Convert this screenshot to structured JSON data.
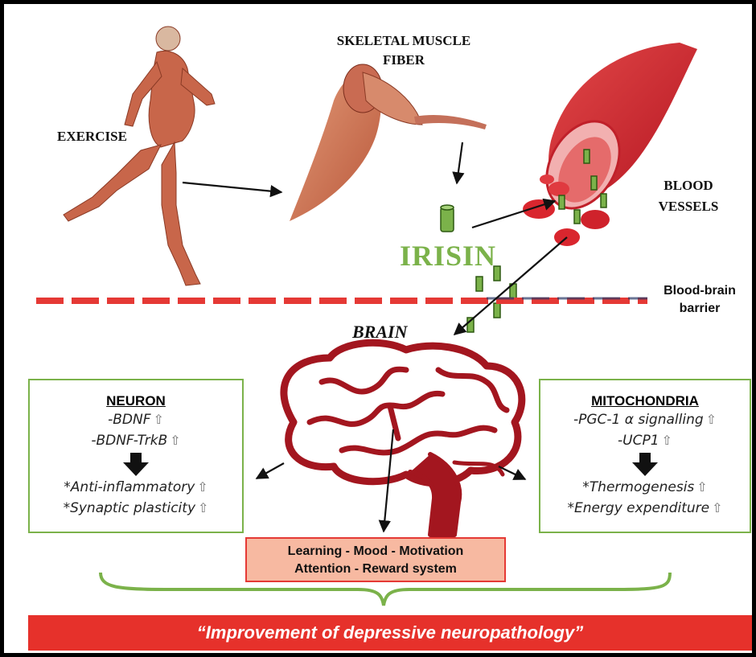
{
  "labels": {
    "exercise": "EXERCISE",
    "muscle_line1": "SKELETAL MUSCLE",
    "muscle_line2": "FIBER",
    "blood_line1": "BLOOD",
    "blood_line2": "VESSELS",
    "irisin": "IRISIN",
    "bbb_line1": "Blood-brain",
    "bbb_line2": "barrier",
    "brain": "BRAIN"
  },
  "neuron": {
    "title": "NEURON",
    "item1": "-BDNF",
    "item2": "-BDNF-TrkB",
    "effect1": "*Anti-inflammatory",
    "effect2": "*Synaptic plasticity"
  },
  "mitochondria": {
    "title": "MITOCHONDRIA",
    "item1": "-PGC-1 α signalling",
    "item2": "-UCP1",
    "effect1": "*Thermogenesis",
    "effect2": "*Energy expenditure"
  },
  "outcomes": {
    "line1": "Learning - Mood - Motivation",
    "line2": "Attention - Reward system"
  },
  "banner": "“Improvement of depressive neuropathology”",
  "up_symbol": "⇧",
  "colors": {
    "irisin_green": "#7bb24a",
    "box_border": "#7bb24a",
    "banner_red": "#e6312b",
    "outcome_fill": "#f7b9a1",
    "brain_red": "#a3161f"
  }
}
